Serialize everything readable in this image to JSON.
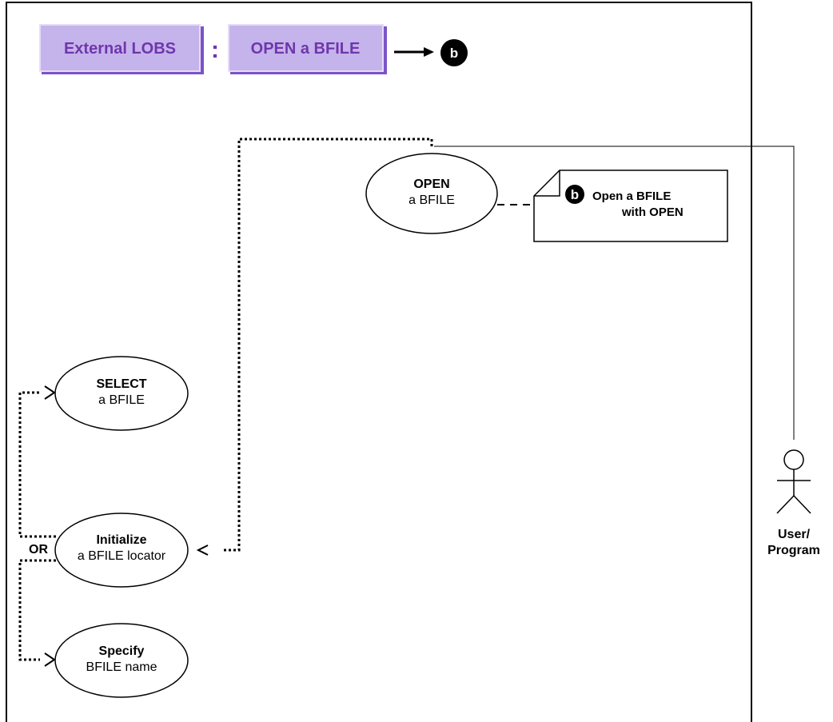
{
  "breadcrumb": {
    "item1": "External LOBS",
    "separator": ":",
    "item2": "OPEN a BFILE",
    "badge": "b"
  },
  "use_cases": {
    "open": {
      "line1": "OPEN",
      "line2": "a BFILE"
    },
    "select": {
      "line1": "SELECT",
      "line2": "a BFILE"
    },
    "initialize": {
      "line1": "Initialize",
      "line2": "a BFILE locator"
    },
    "specify": {
      "line1": "Specify",
      "line2": "BFILE name"
    }
  },
  "note": {
    "badge": "b",
    "line1": "Open a BFILE",
    "line2": "with OPEN"
  },
  "or_label": "OR",
  "actor": {
    "line1": "User/",
    "line2": "Program"
  },
  "colors": {
    "crumb_bg": "#c5b4eb",
    "crumb_border": "#7b54c7",
    "crumb_text": "#6f36ad",
    "line": "#000000"
  }
}
